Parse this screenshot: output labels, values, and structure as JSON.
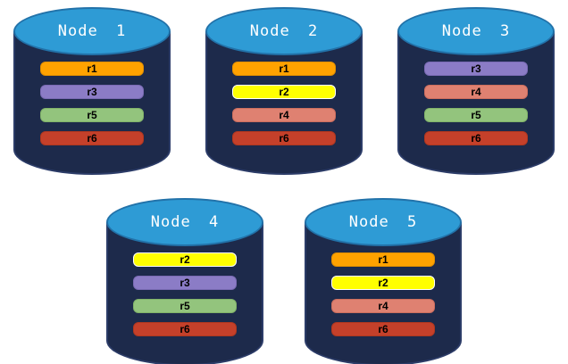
{
  "colors": {
    "page_background": "#FFFFFF",
    "cylinder_body_fill": "#1D2A4B",
    "cylinder_body_edge": "#2C3C68",
    "cylinder_top_fill": "#2E9BD5",
    "cylinder_top_edge": "#2272A9",
    "node_label_text": "#FFFFFF",
    "replica_label_text": "#000000"
  },
  "replica_styles": {
    "r1": {
      "fill": "#FFA200",
      "border": "#E18E00"
    },
    "r2": {
      "fill": "#FFFF00",
      "border": "#FFFFFF"
    },
    "r3": {
      "fill": "#8B7CC6",
      "border": "#7A6BB4"
    },
    "r4": {
      "fill": "#DF8171",
      "border": "#CC6E5E"
    },
    "r5": {
      "fill": "#93C47D",
      "border": "#80B269"
    },
    "r6": {
      "fill": "#C5402A",
      "border": "#B0371F"
    }
  },
  "nodes": [
    {
      "label": "Node 1",
      "replicas": [
        "r1",
        "r3",
        "r5",
        "r6"
      ]
    },
    {
      "label": "Node 2",
      "replicas": [
        "r1",
        "r2",
        "r4",
        "r6"
      ]
    },
    {
      "label": "Node 3",
      "replicas": [
        "r3",
        "r4",
        "r5",
        "r6"
      ]
    },
    {
      "label": "Node 4",
      "replicas": [
        "r2",
        "r3",
        "r5",
        "r6"
      ]
    },
    {
      "label": "Node 5",
      "replicas": [
        "r1",
        "r2",
        "r4",
        "r6"
      ]
    }
  ],
  "layout_rows": [
    [
      0,
      1,
      2
    ],
    [
      3,
      4
    ]
  ]
}
